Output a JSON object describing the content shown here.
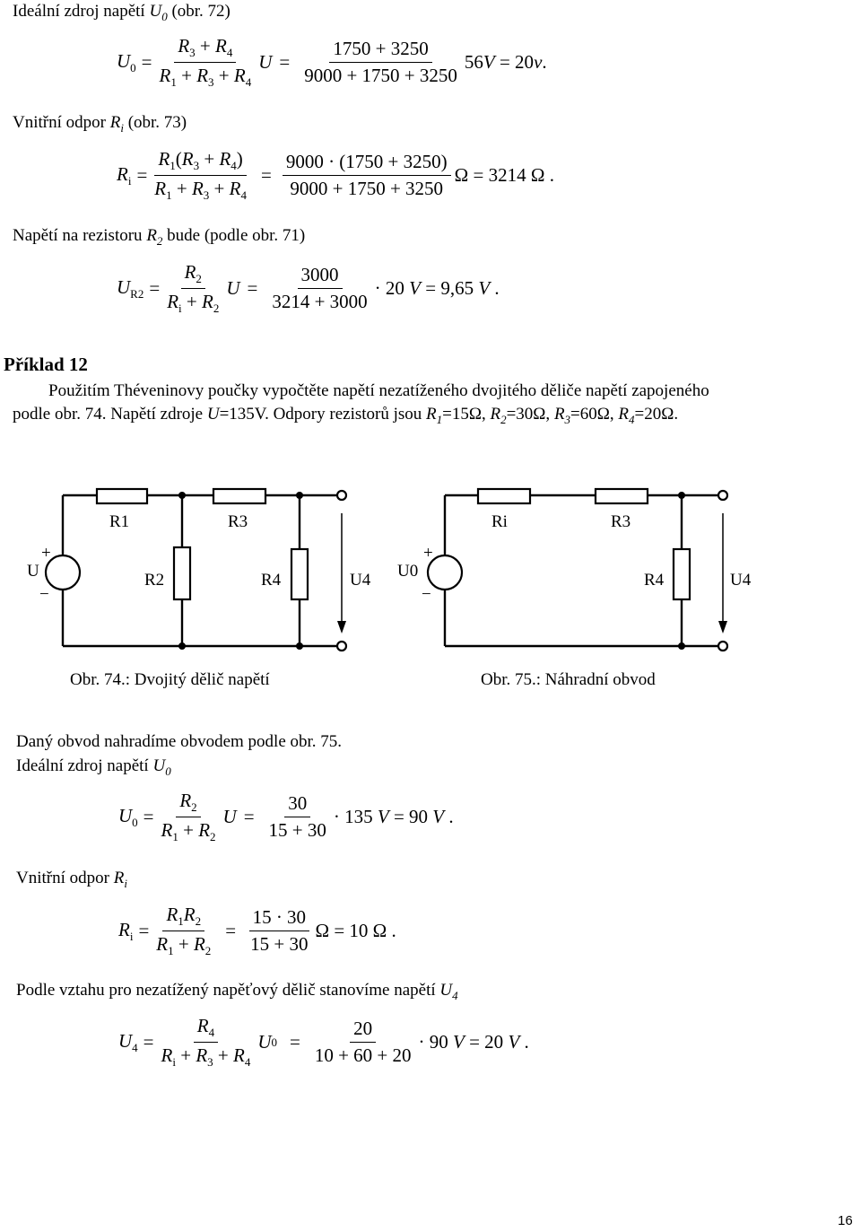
{
  "section1": {
    "heading_ideal_source": "Ideální zdroj napětí U0 (obr. 72)",
    "eq_u0": "U0 = (R3 + R4)/(R1 + R3 + R4) U = (1750 + 3250)/(9000 + 1750 + 3250) 56V = 20v.",
    "heading_internal_resistance": "Vnitřní odpor Ri (obr. 73)",
    "eq_ri": "Ri = R1(R3 + R4)/(R1 + R3 + R4) = 9000·(1750 + 3250)/(9000 + 1750 + 3250) Ω = 3214 Ω .",
    "heading_voltage_r2": "Napětí na rezistoru R2 bude (podle obr. 71)",
    "eq_ur2": "UR2 = R2/(Ri + R2) U = 3000/(3214 + 3000) · 20 V = 9,65 V ."
  },
  "example": {
    "title": "Příklad 12",
    "task_line1": "Použitím Théveninovy poučky vypočtěte napětí nezatíženého dvojitého děliče napětí zapojeného",
    "task_line2": "podle obr. 74. Napětí zdroje U=135V. Odpory rezistorů jsou R1=15Ω, R2=30Ω, R3=60Ω, R4=20Ω."
  },
  "figures": {
    "fig74": {
      "caption": "Obr. 74.: Dvojitý dělič napětí",
      "labels": {
        "r1": "R1",
        "r2": "R2",
        "r3": "R3",
        "r4": "R4",
        "u": "U",
        "u4": "U4",
        "plus": "+",
        "minus": "−"
      }
    },
    "fig75": {
      "caption": "Obr. 75.: Náhradní obvod",
      "labels": {
        "ri": "Ri",
        "r3": "R3",
        "r4": "R4",
        "u0": "U0",
        "u4": "U4",
        "plus": "+",
        "minus": "−"
      }
    }
  },
  "section2": {
    "line_replace": "Daný obvod nahradíme obvodem podle obr. 75.",
    "heading_ideal_source": "Ideální zdroj napětí U0",
    "eq_u0": "U0 = R2/(R1 + R2) U = 30/(15 + 30) · 135 V = 90 V .",
    "heading_internal_resistance": "Vnitřní odpor Ri",
    "eq_ri": "Ri = R1R2/(R1 + R2) = 15·30/(15 + 30) Ω = 10 Ω .",
    "heading_divider": "Podle vztahu pro nezatížený napěťový dělič stanovíme napětí U4",
    "eq_u4": "U4 = R4/(Ri + R3 + R4) U0 = 20/(10 + 60 + 20) · 90 V = 20 V ."
  },
  "page_number": "16"
}
